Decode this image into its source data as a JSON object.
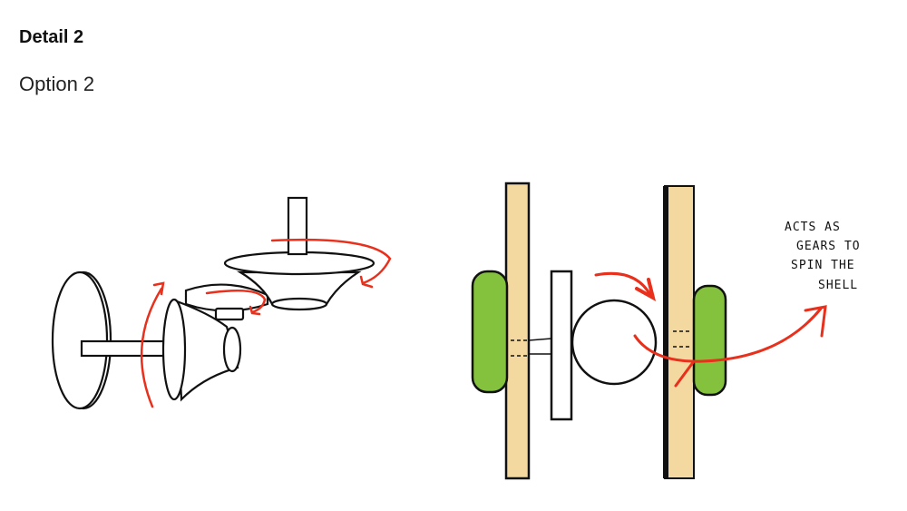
{
  "slide": {
    "title": "Detail 2",
    "subtitle": "Option 2"
  },
  "sketch_right": {
    "annotation_lines": [
      "ACTS AS",
      "GEARS TO",
      "SPIN THE",
      "SHELL"
    ]
  },
  "colors": {
    "arrow": "#e8301c",
    "wood": "#f3d9a0",
    "green": "#84c13c",
    "ink": "#111111"
  }
}
